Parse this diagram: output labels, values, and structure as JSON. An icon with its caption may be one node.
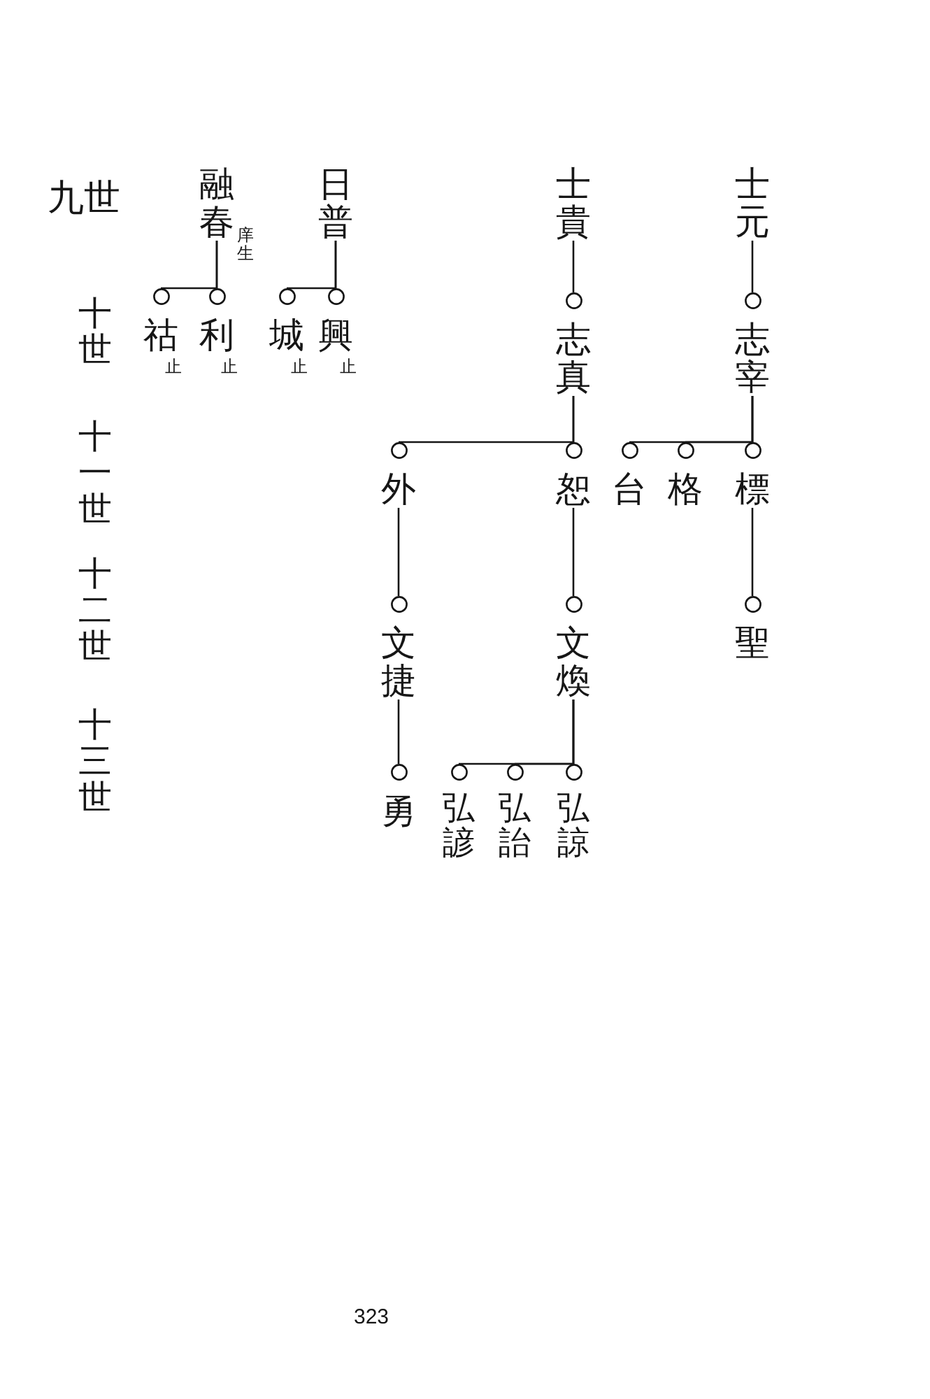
{
  "diagram": {
    "nodes": [
      {
        "text": [
          "士元"
        ]
      },
      {
        "text": [
          "志宰"
        ]
      },
      {
        "text": [
          "標"
        ]
      },
      {
        "text": [
          "格"
        ]
      },
      {
        "text": [
          "台"
        ]
      },
      {
        "text": [
          "聖"
        ]
      },
      {
        "text": [
          "士貴"
        ]
      },
      {
        "text": [
          "志真"
        ]
      },
      {
        "text": [
          "恕"
        ]
      },
      {
        "text": [
          "外"
        ]
      },
      {
        "text": [
          "文煥"
        ]
      },
      {
        "text": [
          "文捷"
        ]
      },
      {
        "text": [
          "弘諒"
        ]
      },
      {
        "text": [
          "弘詒"
        ]
      },
      {
        "text": [
          "弘諺"
        ]
      },
      {
        "text": [
          "勇"
        ]
      },
      {
        "text": [
          "日普"
        ]
      },
      {
        "text": [
          "興"
        ],
        "beside": [
          "止"
        ]
      },
      {
        "text": [
          "城"
        ],
        "beside": [
          "止"
        ]
      },
      {
        "text": [
          "融春"
        ],
        "beside": [
          "庠生"
        ]
      },
      {
        "text": [
          "利"
        ],
        "beside": [
          "止"
        ]
      },
      {
        "text": [
          "祜"
        ],
        "beside": [
          "止"
        ]
      }
    ],
    "edges": [
      {
        "from": 0,
        "to": 1,
        "arrow": "none"
      },
      {
        "from": 1,
        "to": 2,
        "arrow": "none"
      },
      {
        "from": 1,
        "to": 3,
        "arrow": "none"
      },
      {
        "from": 1,
        "to": 4,
        "arrow": "none"
      },
      {
        "from": 2,
        "to": 5,
        "arrow": "none"
      },
      {
        "from": 6,
        "to": 7,
        "arrow": "none"
      },
      {
        "from": 7,
        "to": 8,
        "arrow": "none"
      },
      {
        "from": 7,
        "to": 9,
        "arrow": "none"
      },
      {
        "from": 8,
        "to": 10,
        "arrow": "none"
      },
      {
        "from": 9,
        "to": 11,
        "arrow": "none"
      },
      {
        "from": 10,
        "to": 12,
        "arrow": "none"
      },
      {
        "from": 10,
        "to": 13,
        "arrow": "none"
      },
      {
        "from": 10,
        "to": 14,
        "arrow": "none"
      },
      {
        "from": 11,
        "to": 15,
        "arrow": "none"
      },
      {
        "from": 16,
        "to": 17,
        "arrow": "none"
      },
      {
        "from": 16,
        "to": 18,
        "arrow": "none"
      },
      {
        "from": 19,
        "to": 20,
        "arrow": "none"
      },
      {
        "from": 19,
        "to": 21,
        "arrow": "none"
      }
    ],
    "labels": [
      "九世",
      "十世",
      "十一世",
      "十二世",
      "十三世",
      "323"
    ]
  }
}
